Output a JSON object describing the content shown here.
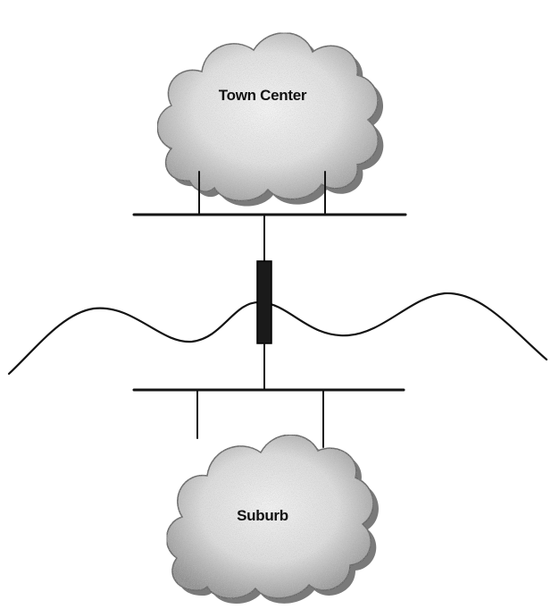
{
  "diagram": {
    "clouds": [
      {
        "id": "top",
        "label": "Town Center"
      },
      {
        "id": "bottom",
        "label": "Suburb"
      }
    ]
  }
}
